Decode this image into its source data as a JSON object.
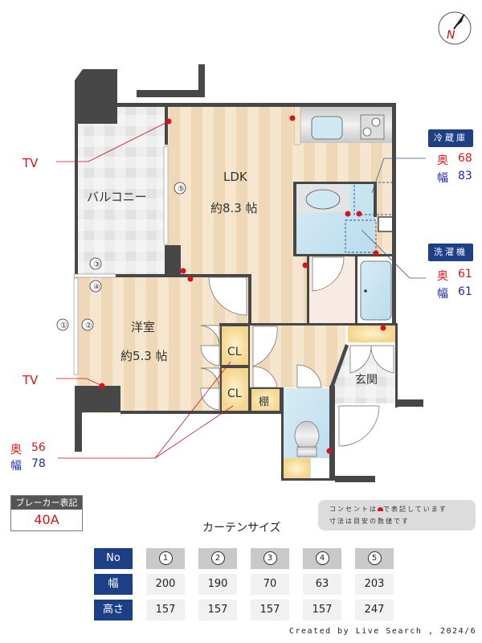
{
  "compass": {
    "label": "N"
  },
  "rooms": {
    "ldk": {
      "name": "LDK",
      "size": "約8.3 帖"
    },
    "western": {
      "name": "洋室",
      "size": "約5.3 帖"
    },
    "balcony": {
      "name": "バルコニー"
    },
    "entrance": {
      "name": "玄関"
    },
    "closet1": {
      "name": "CL"
    },
    "closet2": {
      "name": "CL"
    },
    "shelf": {
      "name": "棚"
    }
  },
  "windows": [
    "①",
    "②",
    "③",
    "④",
    "⑤"
  ],
  "tv_labels": {
    "ldk": "TV",
    "western": "TV"
  },
  "appliances": {
    "fridge": {
      "title": "冷蔵庫",
      "depth_label": "奥",
      "depth": "68",
      "width_label": "幅",
      "width": "83"
    },
    "washer": {
      "title": "洗濯機",
      "depth_label": "奥",
      "depth": "61",
      "width_label": "幅",
      "width": "61"
    }
  },
  "closet_dims": {
    "depth_label": "奥",
    "depth": "56",
    "width_label": "幅",
    "width": "78"
  },
  "breaker": {
    "title": "ブレーカー表記",
    "value": "40A"
  },
  "notes": {
    "line1_pre": "コンセントは",
    "line1_post": "で表記しています",
    "line2": "寸法は目安の数値です"
  },
  "curtain": {
    "title": "カーテンサイズ",
    "headers": {
      "no": "No",
      "width": "幅",
      "height": "高さ"
    },
    "columns": [
      {
        "no": "1",
        "width": "200",
        "height": "157"
      },
      {
        "no": "2",
        "width": "190",
        "height": "157"
      },
      {
        "no": "3",
        "width": "70",
        "height": "157"
      },
      {
        "no": "4",
        "width": "63",
        "height": "157"
      },
      {
        "no": "5",
        "width": "203",
        "height": "247"
      }
    ]
  },
  "credit": "Created by Live Search , 2024/6",
  "colors": {
    "wall": "#474747",
    "outlet": "#d7141b",
    "badge": "#1d3f85",
    "depth": "#d7141b",
    "width": "#1d2ca8"
  }
}
